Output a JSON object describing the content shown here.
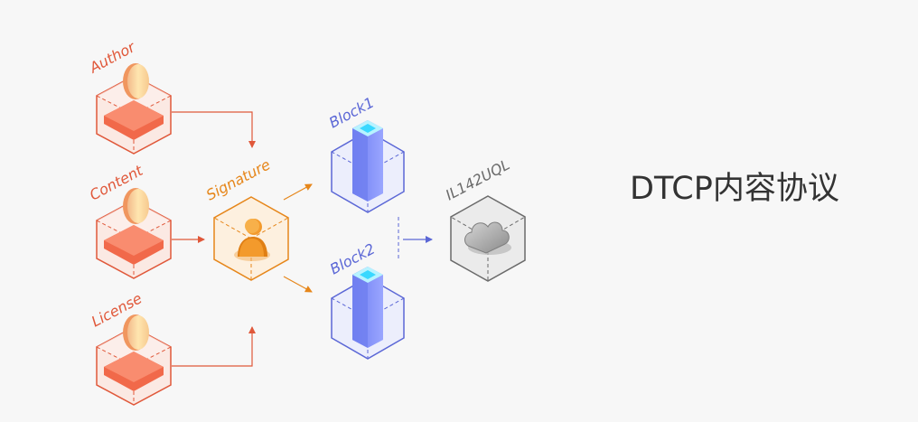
{
  "title": "DTCP内容协议",
  "nodes": {
    "author": {
      "label": "Author",
      "icon": "user-coin-cube-icon"
    },
    "content": {
      "label": "Content",
      "icon": "content-coin-cube-icon"
    },
    "license": {
      "label": "License",
      "icon": "license-coin-cube-icon"
    },
    "signature": {
      "label": "Signature",
      "icon": "person-signature-cube-icon"
    },
    "block1": {
      "label": "Block1",
      "icon": "block-column-cube-icon"
    },
    "block2": {
      "label": "Block2",
      "icon": "block-column-cube-icon"
    },
    "cloud": {
      "label": "IL142UQL",
      "icon": "cloud-cube-icon"
    }
  },
  "colors": {
    "source": "#e0583a",
    "signature": "#e6861a",
    "block": "#5b67d6",
    "cloud": "#6a6a6a",
    "title": "#333333"
  }
}
